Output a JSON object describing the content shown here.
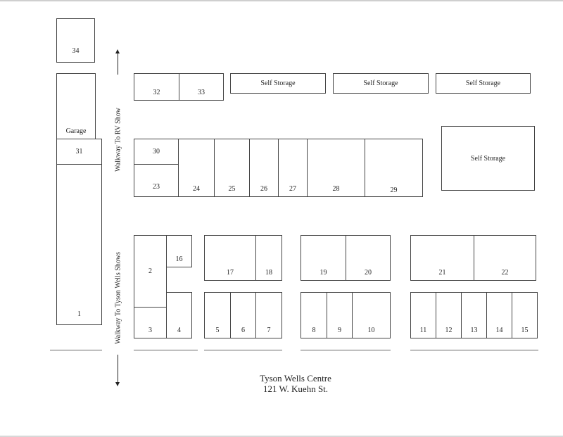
{
  "units": {
    "u1": "1",
    "u2": "2",
    "u3": "3",
    "u4": "4",
    "u5": "5",
    "u6": "6",
    "u7": "7",
    "u8": "8",
    "u9": "9",
    "u10": "10",
    "u11": "11",
    "u12": "12",
    "u13": "13",
    "u14": "14",
    "u15": "15",
    "u16": "16",
    "u17": "17",
    "u18": "18",
    "u19": "19",
    "u20": "20",
    "u21": "21",
    "u22": "22",
    "u23": "23",
    "u24": "24",
    "u25": "25",
    "u26": "26",
    "u27": "27",
    "u28": "28",
    "u29": "29",
    "u30": "30",
    "u31": "31",
    "u32": "32",
    "u33": "33",
    "u34": "34"
  },
  "garage": "Garage",
  "self_storage": "Self Storage",
  "walkway_rv": "Walkway To RV Show",
  "walkway_tyson": "Walkway To Tyson Wells Shows",
  "title": {
    "line1": "Tyson Wells Centre",
    "line2": "121 W. Kuehn St."
  }
}
